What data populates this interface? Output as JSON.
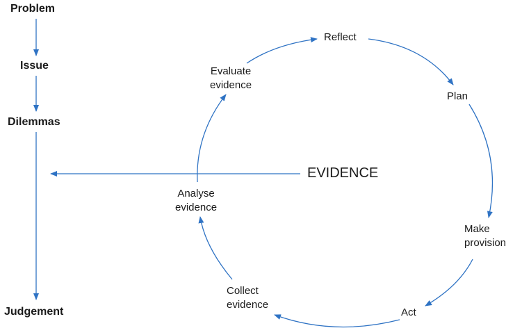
{
  "colors": {
    "arrow": "#2f73c4",
    "text": "#1a1a1a"
  },
  "left_chain": {
    "problem": "Problem",
    "issue": "Issue",
    "dilemmas": "Dilemmas",
    "judgement": "Judgement"
  },
  "cycle": {
    "reflect": "Reflect",
    "plan": "Plan",
    "make_provision": [
      "Make",
      "provision"
    ],
    "act": "Act",
    "collect_evidence": [
      "Collect",
      "evidence"
    ],
    "analyse_evidence": [
      "Analyse",
      "evidence"
    ],
    "evaluate_evidence": [
      "Evaluate",
      "evidence"
    ]
  },
  "evidence": "EVIDENCE"
}
